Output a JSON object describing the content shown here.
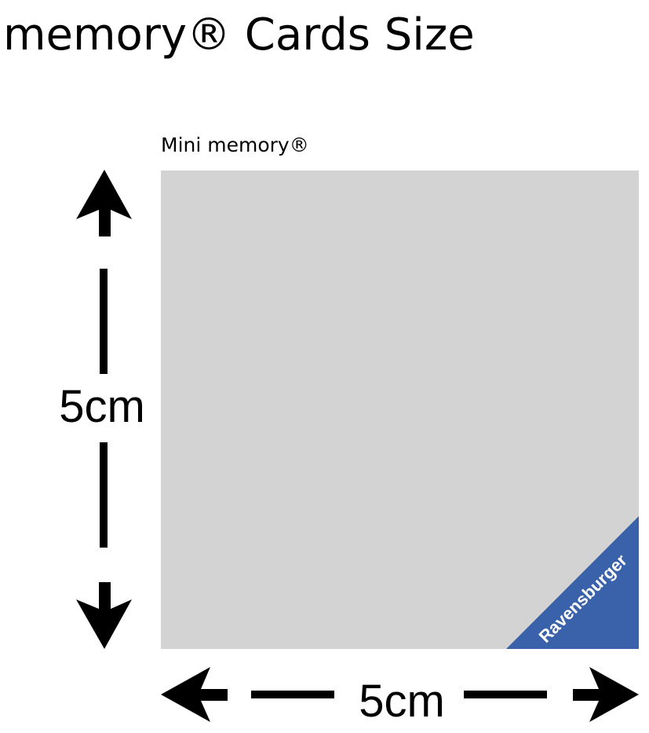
{
  "title": "memory® Cards Size",
  "card_label": "Mini memory®",
  "height_label": "5cm",
  "width_label": "5cm",
  "brand": "Ravensburger",
  "colors": {
    "card": "#d3d3d3",
    "brand": "#3a62aa",
    "arrow": "#000000"
  }
}
